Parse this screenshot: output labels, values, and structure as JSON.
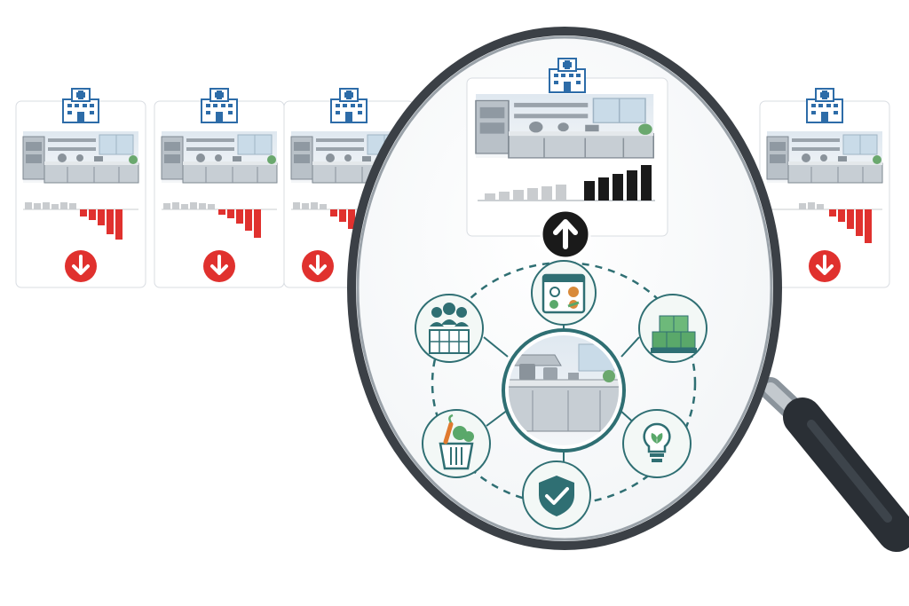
{
  "scene": {
    "colors": {
      "decline": "#e0312e",
      "growth": "#1a1a1a",
      "neutral_bar": "#c9cccf",
      "teal": "#2f6f73",
      "green": "#5aa86a",
      "lens_rim": "#3b4046",
      "hospital_blue": "#2d6ca8"
    },
    "side_cards": [
      {
        "icon": "hospital-icon",
        "trend": "down",
        "indicator": "down-arrow-icon"
      },
      {
        "icon": "hospital-icon",
        "trend": "down",
        "indicator": "down-arrow-icon"
      },
      {
        "icon": "hospital-icon",
        "trend": "down",
        "indicator": "down-arrow-icon"
      },
      {
        "icon": "hospital-icon",
        "trend": "down",
        "indicator": "down-arrow-icon"
      }
    ],
    "highlight_card": {
      "icon": "hospital-icon",
      "trend": "up",
      "indicator": "up-arrow-icon"
    },
    "hub": {
      "center": "kitchen-icon",
      "nodes": [
        "menu-planning-icon",
        "inventory-icon",
        "sustainability-icon",
        "food-safety-icon",
        "fresh-produce-icon",
        "staff-scheduling-icon"
      ]
    },
    "tool": "magnifying-glass-icon"
  }
}
